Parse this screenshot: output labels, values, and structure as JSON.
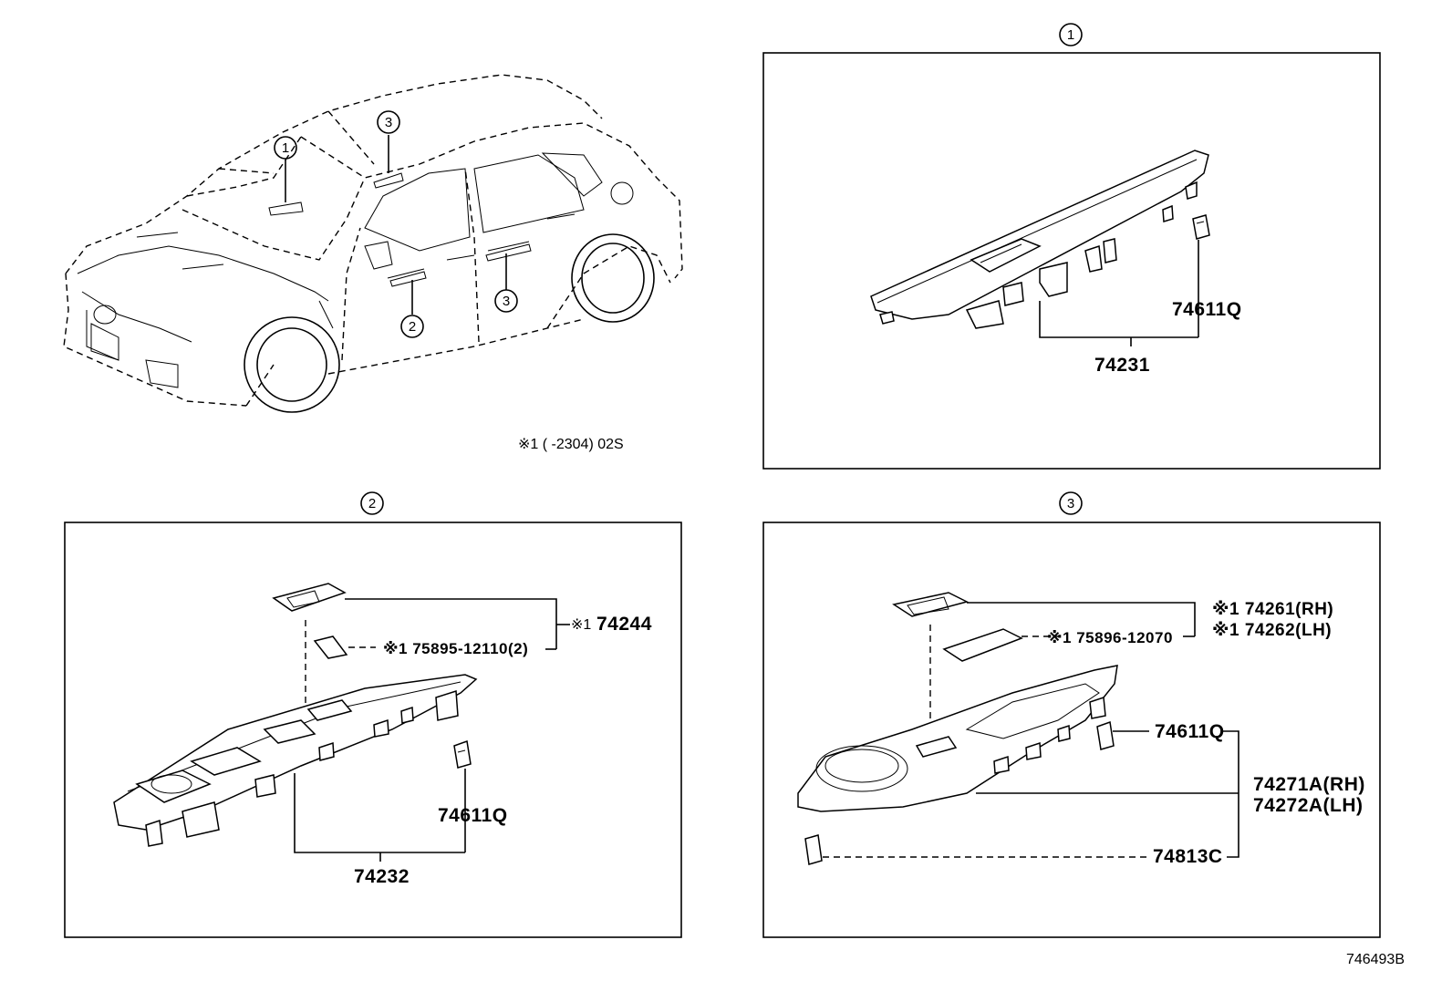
{
  "diagram_id": "746493B",
  "overview": {
    "note": "※1 (      -2304) 02S",
    "markers": [
      {
        "id": "overview-callout-1",
        "num": "1"
      },
      {
        "id": "overview-callout-2",
        "num": "2"
      },
      {
        "id": "overview-callout-3",
        "num": "3"
      }
    ]
  },
  "panels": [
    {
      "num": "1",
      "labels": [
        "74611Q",
        "74231"
      ]
    },
    {
      "num": "2",
      "labels": [
        "※1",
        "74244",
        "※1 75895-12110(2)",
        "74611Q",
        "74232"
      ]
    },
    {
      "num": "3",
      "labels": [
        "※1 74261(RH)",
        "※1 74262(LH)",
        "※1 75896-12070",
        "74611Q",
        "74271A(RH)",
        "74272A(LH)",
        "74813C"
      ]
    }
  ]
}
